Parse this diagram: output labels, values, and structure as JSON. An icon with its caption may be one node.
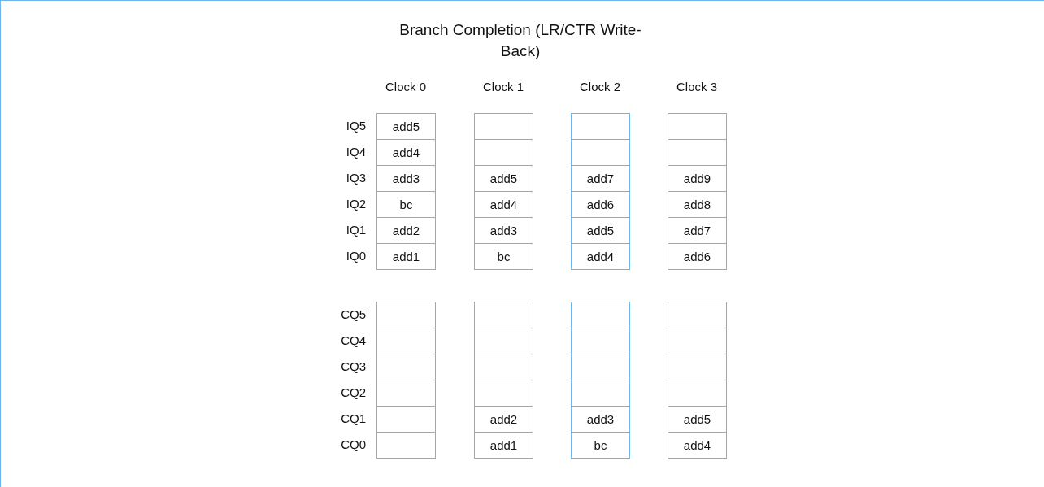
{
  "diagram": {
    "title": "Branch Completion (LR/CTR Write-Back)",
    "labels": [
      "Clock 0",
      "Clock 1",
      "Clock 2",
      "Clock 3",
      "IQ5",
      "IQ4",
      "IQ3",
      "IQ2",
      "IQ1",
      "IQ0",
      "CQ5",
      "CQ4",
      "CQ3",
      "CQ2",
      "CQ1",
      "CQ0"
    ],
    "nodes": [
      {
        "text": [
          "add5"
        ]
      },
      {
        "text": [],
        "shape": "box"
      },
      {
        "text": [],
        "shape": "box"
      },
      {
        "text": [],
        "shape": "box"
      },
      {
        "text": [
          "add4"
        ]
      },
      {
        "text": [],
        "shape": "box"
      },
      {
        "text": [],
        "shape": "box"
      },
      {
        "text": [],
        "shape": "box"
      },
      {
        "text": [
          "add3"
        ]
      },
      {
        "text": [
          "add5"
        ]
      },
      {
        "text": [
          "add7"
        ]
      },
      {
        "text": [
          "add9"
        ]
      },
      {
        "text": [
          "bc"
        ]
      },
      {
        "text": [
          "add4"
        ]
      },
      {
        "text": [
          "add6"
        ]
      },
      {
        "text": [
          "add8"
        ]
      },
      {
        "text": [
          "add2"
        ]
      },
      {
        "text": [
          "add3"
        ]
      },
      {
        "text": [
          "add5"
        ]
      },
      {
        "text": [
          "add7"
        ]
      },
      {
        "text": [
          "add1"
        ]
      },
      {
        "text": [
          "bc"
        ]
      },
      {
        "text": [
          "add4"
        ]
      },
      {
        "text": [
          "add6"
        ]
      },
      {
        "text": [],
        "shape": "box"
      },
      {
        "text": [],
        "shape": "box"
      },
      {
        "text": [],
        "shape": "box"
      },
      {
        "text": [],
        "shape": "box"
      },
      {
        "text": [],
        "shape": "box"
      },
      {
        "text": [],
        "shape": "box"
      },
      {
        "text": [],
        "shape": "box"
      },
      {
        "text": [],
        "shape": "box"
      },
      {
        "text": [],
        "shape": "box"
      },
      {
        "text": [],
        "shape": "box"
      },
      {
        "text": [],
        "shape": "box"
      },
      {
        "text": [],
        "shape": "box"
      },
      {
        "text": [],
        "shape": "box"
      },
      {
        "text": [],
        "shape": "box"
      },
      {
        "text": [],
        "shape": "box"
      },
      {
        "text": [],
        "shape": "box"
      },
      {
        "text": [],
        "shape": "box"
      },
      {
        "text": [
          "add2"
        ]
      },
      {
        "text": [
          "add3"
        ]
      },
      {
        "text": [
          "add5"
        ]
      },
      {
        "text": [],
        "shape": "box"
      },
      {
        "text": [
          "add1"
        ]
      },
      {
        "text": [
          "bc"
        ]
      },
      {
        "text": [
          "add4"
        ]
      }
    ],
    "edges": []
  }
}
